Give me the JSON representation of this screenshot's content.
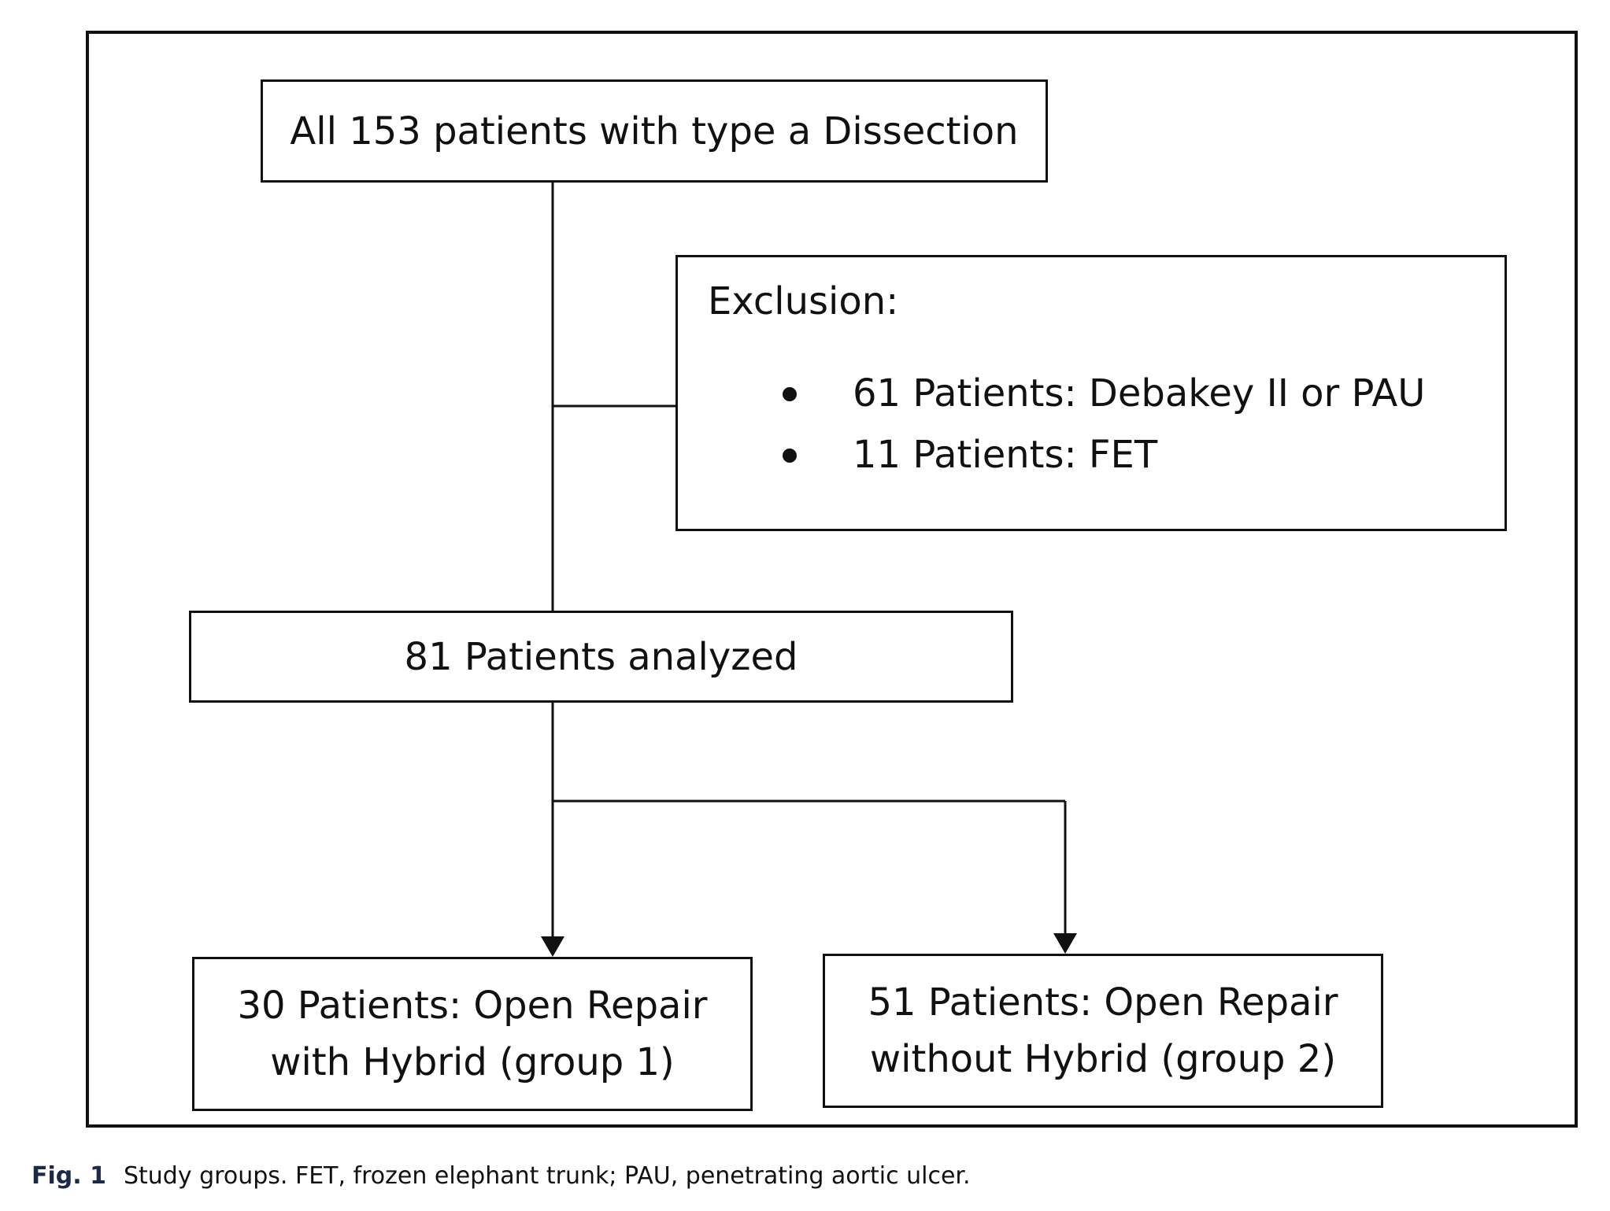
{
  "diagram": {
    "top_box": "All 153 patients with type a Dissection",
    "exclusion": {
      "title": "Exclusion:",
      "items": [
        "61 Patients: Debakey II or PAU",
        "11 Patients: FET"
      ]
    },
    "analyzed_box": "81 Patients analyzed",
    "group1": {
      "line1": "30 Patients: Open Repair",
      "line2": "with Hybrid (group 1)"
    },
    "group2": {
      "line1": "51 Patients: Open Repair",
      "line2": "without Hybrid (group 2)"
    }
  },
  "caption": {
    "label": "Fig. 1",
    "text": "Study groups. FET, frozen elephant trunk; PAU, penetrating aortic ulcer."
  }
}
